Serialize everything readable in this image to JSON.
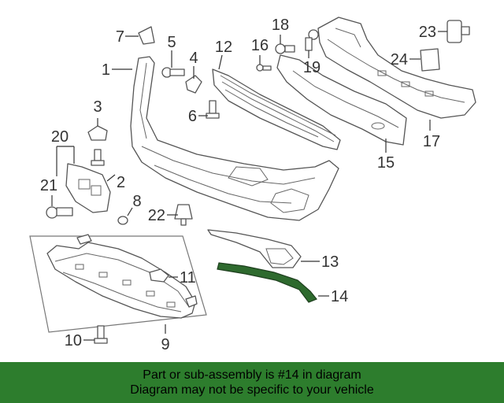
{
  "colors": {
    "banner_background": "#2d7d2d",
    "highlight_fill": "#2e6a2e",
    "line": "#555555",
    "label": "#333333"
  },
  "callouts": [
    "1",
    "2",
    "3",
    "4",
    "5",
    "6",
    "7",
    "8",
    "9",
    "10",
    "11",
    "12",
    "13",
    "14",
    "15",
    "16",
    "17",
    "18",
    "19",
    "20",
    "21",
    "22",
    "23",
    "24"
  ],
  "highlighted_part": "14",
  "banner": {
    "line1": "Part or sub-assembly is #14 in diagram",
    "line2": "Diagram may not be specific to your vehicle"
  }
}
